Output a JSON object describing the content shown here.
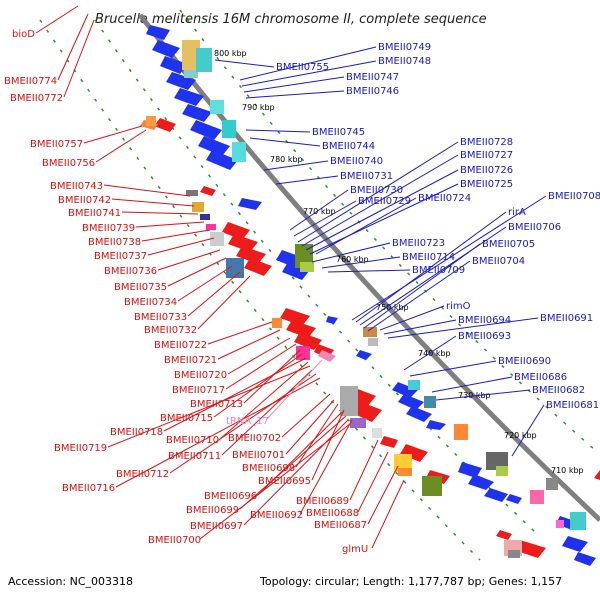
{
  "title": "Brucella melitensis 16M chromosome II, complete sequence",
  "accession": "Accession: NC_003318",
  "topology": "Topology: circular; Length: 1,177,787 bp; Genes: 1,157",
  "colors": {
    "forward_label": "#1a1acc",
    "reverse_label": "#dd1111",
    "rna_label": "#ee88bb",
    "backbone": "#7f7f7f",
    "tick": "#2f8f2f",
    "forward_feature": "#1f33ee",
    "reverse_feature": "#ee1b1b"
  },
  "ticks": [
    "800 kbp",
    "790 kbp",
    "780 kbp",
    "770 kbp",
    "760 kbp",
    "750 kbp",
    "740 kbp",
    "730 kbp",
    "720 kbp",
    "710 kbp"
  ],
  "forward_labels": [
    "BMEII0749",
    "BMEII0748",
    "BMEII0755",
    "BMEII0747",
    "BMEII0746",
    "BMEII0745",
    "BMEII0744",
    "BMEII0728",
    "BMEII0740",
    "BMEII0727",
    "BMEII0731",
    "BMEII0726",
    "BMEII0730",
    "BMEII0725",
    "BMEII0729",
    "BMEII0724",
    "BMEII0708",
    "rirA",
    "BMEII0706",
    "BMEII0723",
    "BMEII0705",
    "BMEII0714",
    "BMEII0704",
    "BMEII0709",
    "rimO",
    "BMEII0694",
    "BMEII0691",
    "BMEII0693",
    "BMEII0690",
    "BMEII0686",
    "BMEII0682",
    "BMEII0681"
  ],
  "reverse_labels": [
    "bioD",
    "BMEII0774",
    "BMEII0772",
    "BMEII0757",
    "BMEII0756",
    "BMEII0743",
    "BMEII0742",
    "BMEII0741",
    "BMEII0739",
    "BMEII0738",
    "BMEII0737",
    "BMEII0736",
    "BMEII0735",
    "BMEII0734",
    "BMEII0733",
    "BMEII0732",
    "BMEII0722",
    "BMEII0721",
    "BMEII0720",
    "BMEII0717",
    "BMEII0713",
    "BMEII0715",
    "BMEII0718",
    "BMEII0710",
    "BMEII0719",
    "BMEII0711",
    "BMEII0702",
    "BMEII0712",
    "BMEII0701",
    "BMEII0716",
    "BMEII0698",
    "BMEII0695",
    "BMEII0696",
    "BMEII0689",
    "BMEII0699",
    "BMEII0692",
    "BMEII0688",
    "BMEII0697",
    "BMEII0687",
    "BMEII0700",
    "glmU"
  ],
  "rna_labels": [
    "tRNA_17"
  ]
}
